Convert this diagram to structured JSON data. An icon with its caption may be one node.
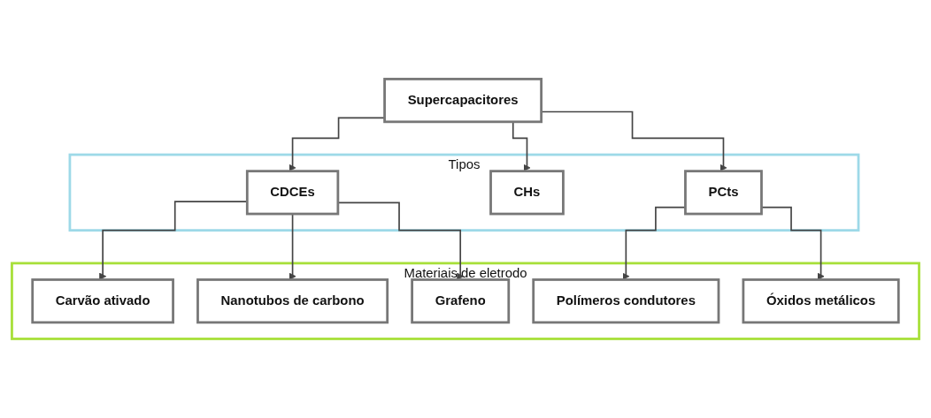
{
  "diagram": {
    "nodes": [
      {
        "text": [
          "Supercapacitores"
        ]
      },
      {
        "text": [
          "Tipos"
        ]
      },
      {
        "text": [
          "CDCEs"
        ],
        "in": 1
      },
      {
        "text": [
          "CHs"
        ],
        "in": 1
      },
      {
        "text": [
          "PCts"
        ],
        "in": 1
      },
      {
        "text": [
          "Materiais de eletrodo"
        ]
      },
      {
        "text": [
          "Carvão ativado"
        ],
        "in": 5
      },
      {
        "text": [
          "Nanotubos de carbono"
        ],
        "in": 5
      },
      {
        "text": [
          "Grafeno"
        ],
        "in": 5
      },
      {
        "text": [
          "Polímeros condutores"
        ],
        "in": 5
      },
      {
        "text": [
          "Óxidos metálicos"
        ],
        "in": 5
      }
    ],
    "edges": [
      {
        "from": 0,
        "to": 2,
        "arrow": "to"
      },
      {
        "from": 0,
        "to": 3,
        "arrow": "to"
      },
      {
        "from": 0,
        "to": 4,
        "arrow": "to"
      },
      {
        "from": 2,
        "to": 6,
        "arrow": "to"
      },
      {
        "from": 2,
        "to": 7,
        "arrow": "to"
      },
      {
        "from": 2,
        "to": 8,
        "arrow": "to"
      },
      {
        "from": 4,
        "to": 9,
        "arrow": "to"
      },
      {
        "from": 4,
        "to": 10,
        "arrow": "to"
      }
    ]
  }
}
